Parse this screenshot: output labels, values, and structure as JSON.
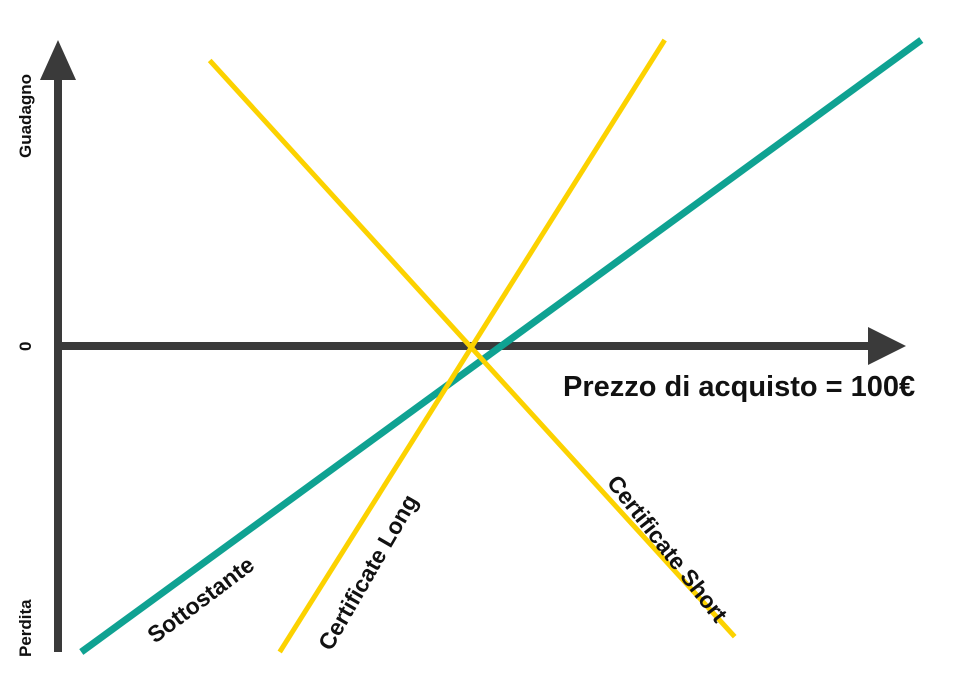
{
  "chart_data": {
    "type": "line",
    "title": "",
    "y_axis": {
      "top_label": "Guadagno",
      "zero_label": "0",
      "bottom_label": "Perdita"
    },
    "x_axis": {
      "label": "Prezzo di acquisto = 100€",
      "reference_value": 100
    },
    "xlim": [
      30,
      180
    ],
    "ylim": [
      -60,
      60
    ],
    "grid": false,
    "legend": "none",
    "series": [
      {
        "name": "Sottostante",
        "color": "#0fa292",
        "x": [
          34,
          178
        ],
        "y": [
          -60,
          60
        ]
      },
      {
        "name": "Certificate Long",
        "color": "#fcd200",
        "x": [
          68,
          134
        ],
        "y": [
          -60,
          60
        ]
      },
      {
        "name": "Certificate Short",
        "color": "#fcd200",
        "x": [
          56,
          146
        ],
        "y": [
          56,
          -57
        ]
      }
    ],
    "colors": {
      "axis": "#3a3a3a",
      "text": "#111111"
    }
  }
}
